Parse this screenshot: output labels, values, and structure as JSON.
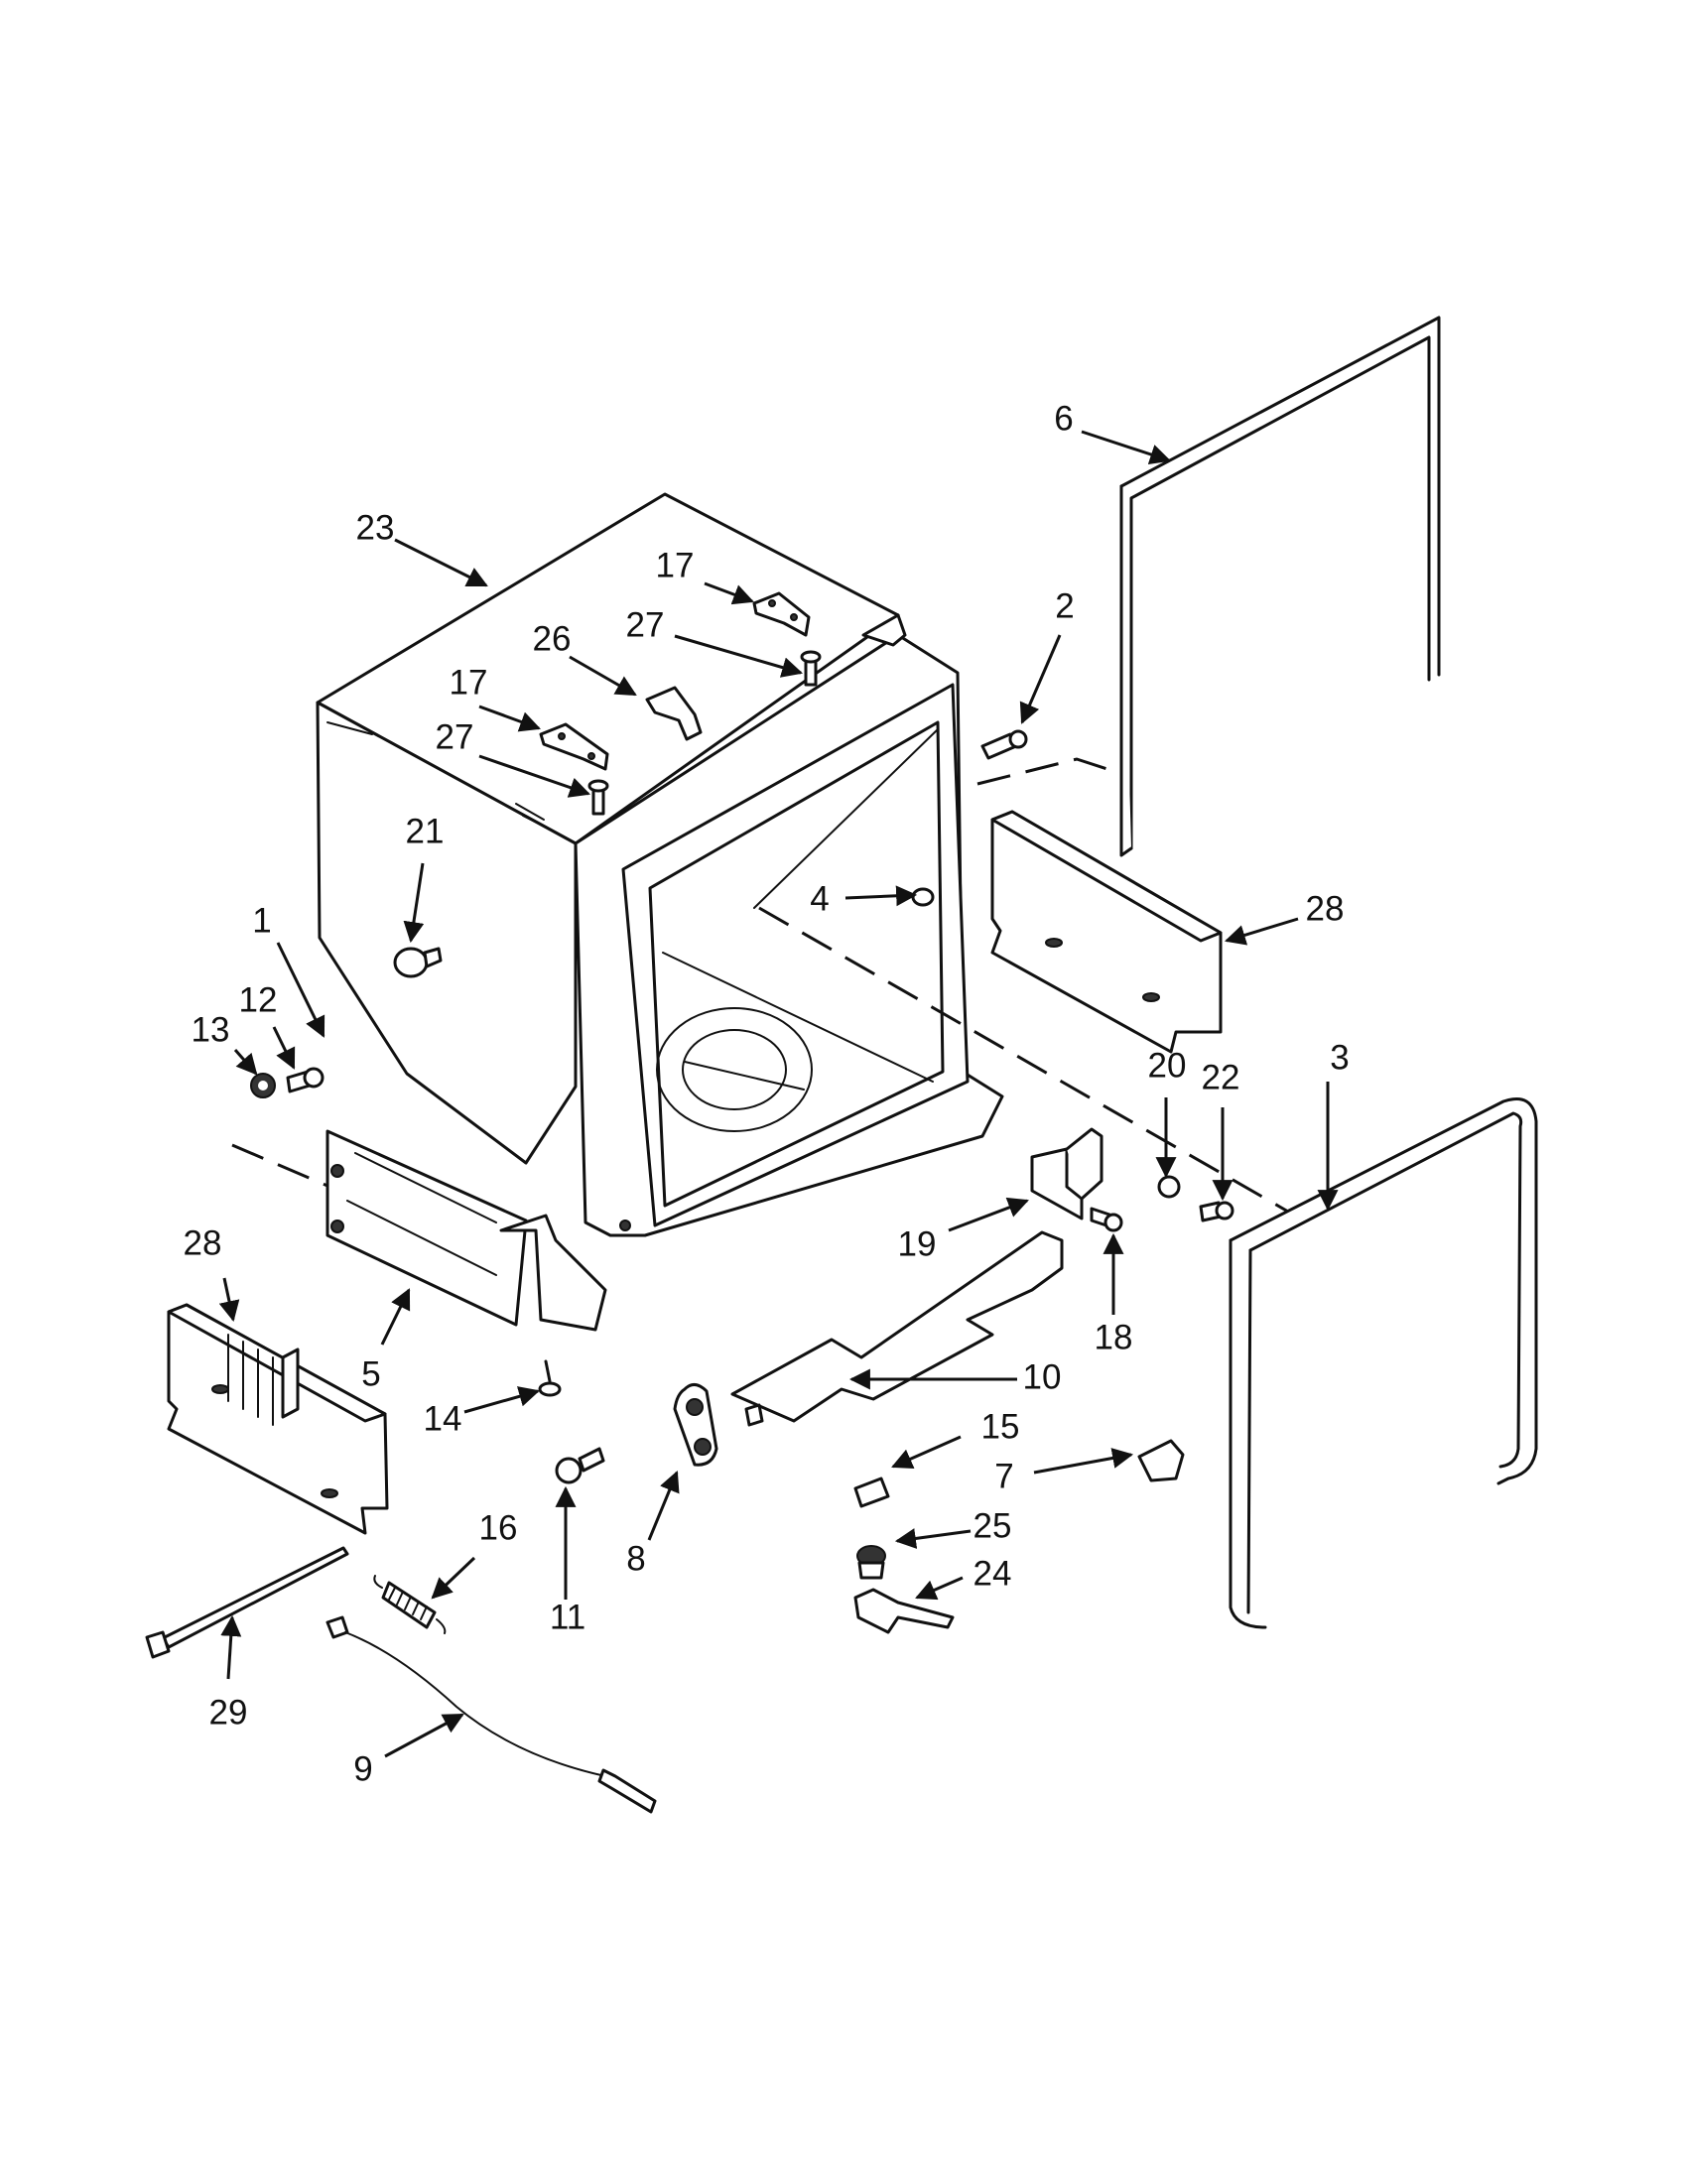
{
  "diagram": {
    "type": "exploded-parts-view",
    "callouts": [
      {
        "id": "c1",
        "label": "1"
      },
      {
        "id": "c2",
        "label": "2"
      },
      {
        "id": "c3",
        "label": "3"
      },
      {
        "id": "c4",
        "label": "4"
      },
      {
        "id": "c5",
        "label": "5"
      },
      {
        "id": "c6",
        "label": "6"
      },
      {
        "id": "c7",
        "label": "7"
      },
      {
        "id": "c8",
        "label": "8"
      },
      {
        "id": "c9",
        "label": "9"
      },
      {
        "id": "c10",
        "label": "10"
      },
      {
        "id": "c11",
        "label": "11"
      },
      {
        "id": "c12",
        "label": "12"
      },
      {
        "id": "c13",
        "label": "13"
      },
      {
        "id": "c14",
        "label": "14"
      },
      {
        "id": "c15",
        "label": "15"
      },
      {
        "id": "c16",
        "label": "16"
      },
      {
        "id": "c17a",
        "label": "17"
      },
      {
        "id": "c17b",
        "label": "17"
      },
      {
        "id": "c18",
        "label": "18"
      },
      {
        "id": "c19",
        "label": "19"
      },
      {
        "id": "c20",
        "label": "20"
      },
      {
        "id": "c21",
        "label": "21"
      },
      {
        "id": "c22",
        "label": "22"
      },
      {
        "id": "c23",
        "label": "23"
      },
      {
        "id": "c24",
        "label": "24"
      },
      {
        "id": "c25",
        "label": "25"
      },
      {
        "id": "c26",
        "label": "26"
      },
      {
        "id": "c27a",
        "label": "27"
      },
      {
        "id": "c27b",
        "label": "27"
      },
      {
        "id": "c28a",
        "label": "28"
      },
      {
        "id": "c28b",
        "label": "28"
      },
      {
        "id": "c29",
        "label": "29"
      }
    ]
  }
}
